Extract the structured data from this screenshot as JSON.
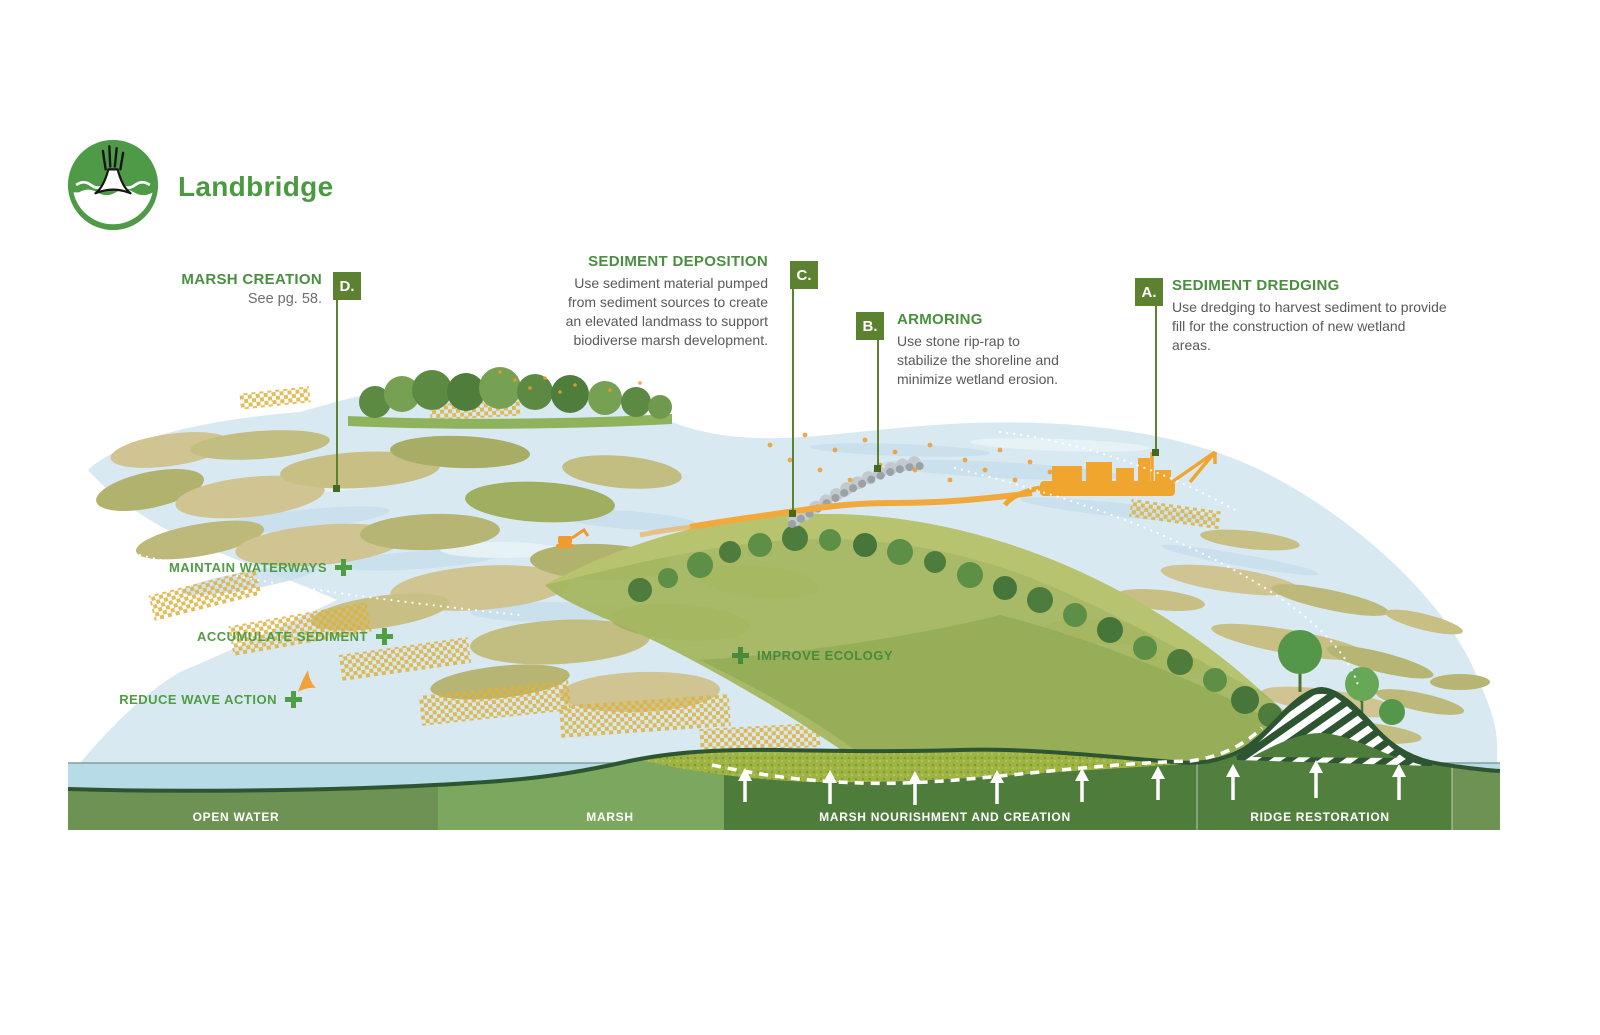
{
  "logo": {
    "title": "Landbridge"
  },
  "annotations": {
    "a": {
      "letter": "A.",
      "title": "SEDIMENT DREDGING",
      "lines": [
        "Use dredging to harvest sediment to provide",
        "fill for the construction of new wetland",
        "areas."
      ]
    },
    "b": {
      "letter": "B.",
      "title": "ARMORING",
      "lines": [
        "Use stone rip-rap to",
        "stabilize the shoreline and",
        "minimize wetland erosion."
      ]
    },
    "c": {
      "letter": "C.",
      "title": "SEDIMENT DEPOSITION",
      "lines": [
        "Use sediment material pumped",
        "from sediment sources to create",
        "an elevated landmass to support",
        "biodiverse marsh development."
      ]
    },
    "d": {
      "letter": "D.",
      "title": "MARSH CREATION",
      "sub": "See pg. 58."
    }
  },
  "benefits": {
    "maintain": "MAINTAIN WATERWAYS",
    "accumulate": "ACCUMULATE SEDIMENT",
    "reduce": "REDUCE WAVE ACTION",
    "improve": "IMPROVE ECOLOGY"
  },
  "sections": {
    "open_water": "OPEN WATER",
    "marsh": "MARSH",
    "nourishment": "MARSH NOURISHMENT AND CREATION",
    "ridge": "RIDGE RESTORATION"
  },
  "colors": {
    "heading_green": "#4a8f3f",
    "badge_green": "#5c8130",
    "body_gray": "#58595b",
    "benefit_green": "#4f9d45",
    "accent_orange": "#f0a52f",
    "section_dark_green": "#4e7c3b",
    "section_mid_green": "#6d9253",
    "section_light_green": "#7ca75f",
    "water_blue": "#d9e9f2"
  }
}
